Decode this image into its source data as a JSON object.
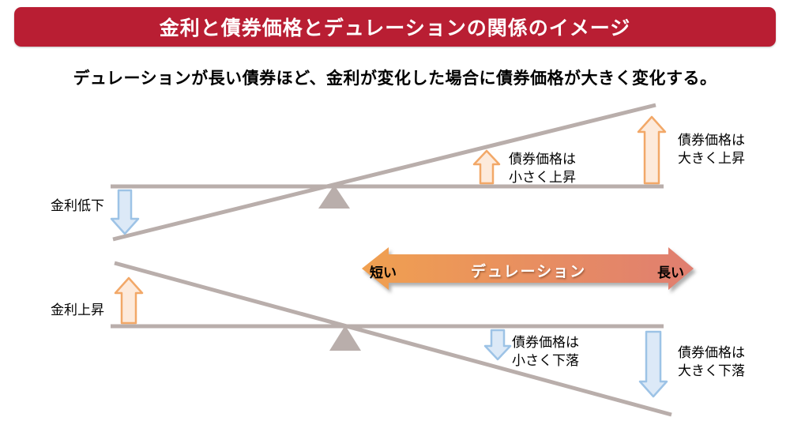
{
  "title": "金利と債券価格とデュレーションの関係のイメージ",
  "subtitle": "デュレーションが長い債券ほど、金利が変化した場合に債券価格が大きく変化する。",
  "colors": {
    "title_bg": "#b91e33",
    "title_text": "#ffffff",
    "label_text": "#000000",
    "seesaw_line": "#b9aeab",
    "up_arrow_fill": "#fdeadb",
    "up_arrow_stroke": "#f2a868",
    "down_arrow_fill": "#dce9f7",
    "down_arrow_stroke": "#9dc3e6",
    "duration_left": "#f0a050",
    "duration_right": "#e07e70",
    "duration_text": "#ffffff"
  },
  "top_seesaw": {
    "rate_label": "金利低下",
    "small_change": [
      "債券価格は",
      "小さく上昇"
    ],
    "large_change": [
      "債券価格は",
      "大きく上昇"
    ]
  },
  "bottom_seesaw": {
    "rate_label": "金利上昇",
    "small_change": [
      "債券価格は",
      "小さく下落"
    ],
    "large_change": [
      "債券価格は",
      "大きく下落"
    ]
  },
  "duration_axis": {
    "left_label": "短い",
    "center_label": "デュレーション",
    "right_label": "長い"
  }
}
